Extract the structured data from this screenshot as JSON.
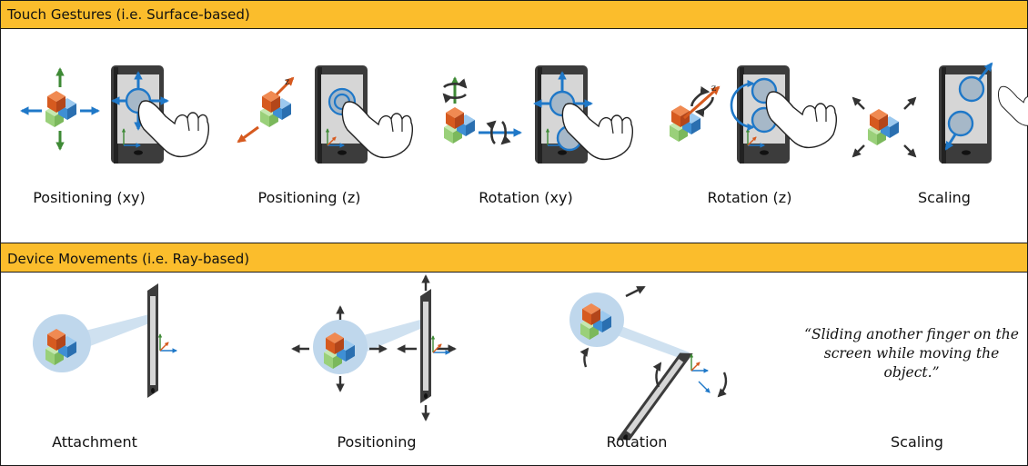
{
  "sections": {
    "touch_title": "Touch Gestures (i.e. Surface-based)",
    "device_title": "Device Movements (i.e. Ray-based)"
  },
  "touch_captions": [
    "Positioning (xy)",
    "Positioning (z)",
    "Rotation (xy)",
    "Rotation (z)",
    "Scaling"
  ],
  "device_captions": [
    "Attachment",
    "Positioning",
    "Rotation",
    "Scaling"
  ],
  "z_label": "z",
  "scaling_quote": "“Sliding another finger on the screen while moving the object.”",
  "colors": {
    "header": "#fbbd2c",
    "cube_orange": "#d65a1f",
    "cube_green": "#9ad07a",
    "cube_blue": "#3f8fd4",
    "arrow_blue": "#1f78c8",
    "arrow_green": "#3e8a35",
    "arrow_orange": "#d65a1f",
    "arrow_dark": "#333333",
    "phone_body": "#3c3c3c",
    "phone_screen": "#d6d6d6"
  }
}
